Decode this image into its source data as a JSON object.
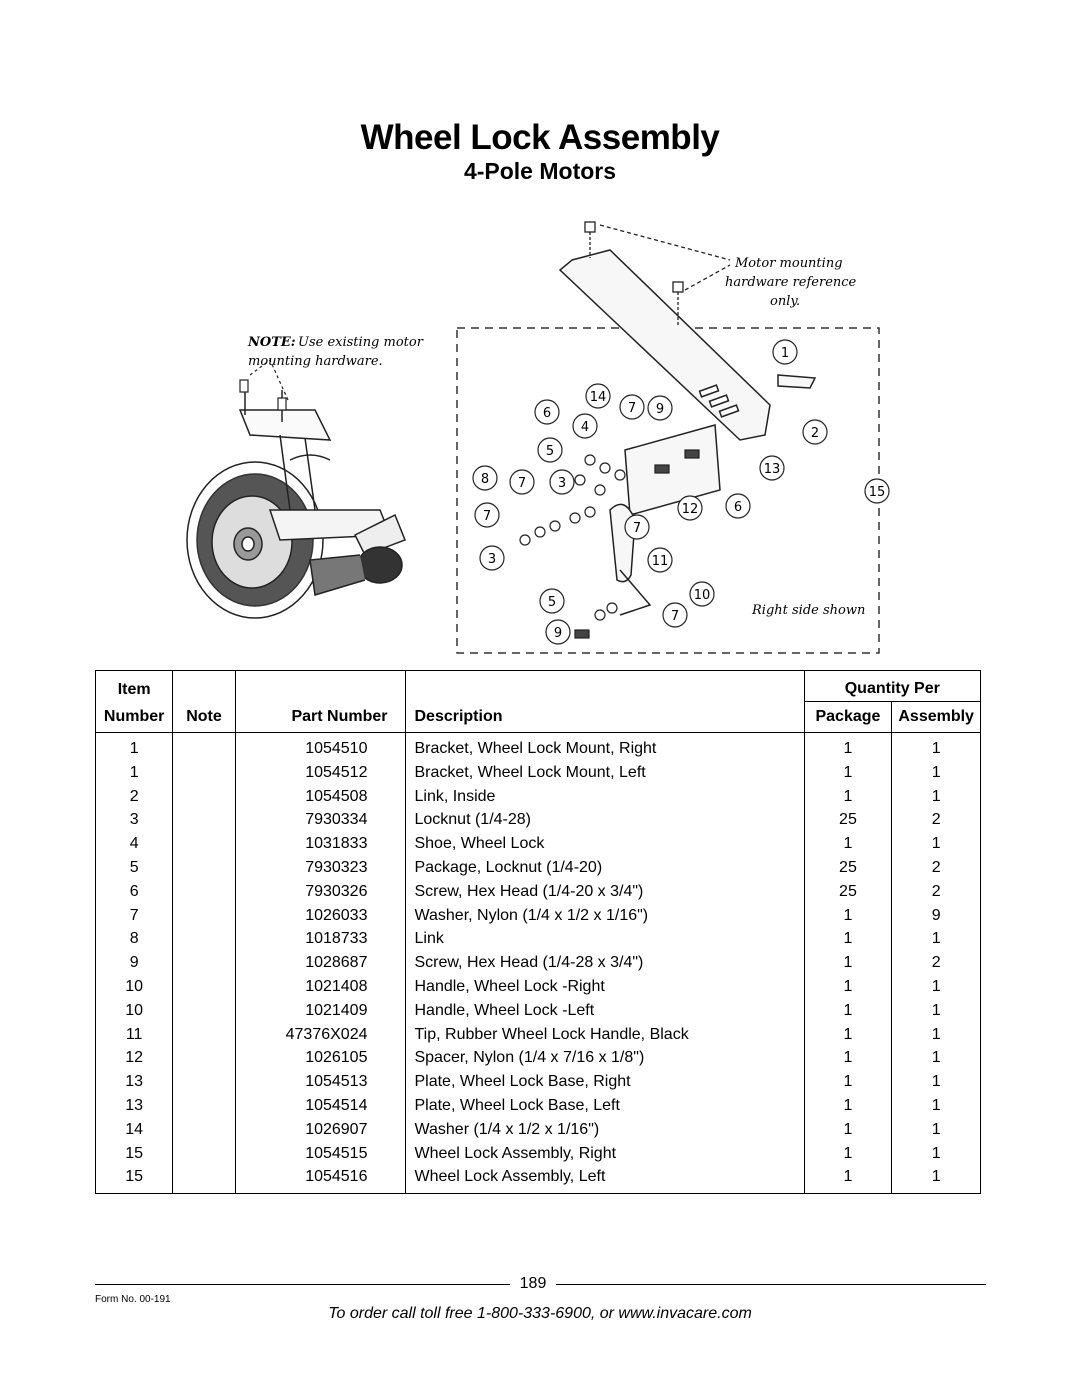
{
  "header": {
    "title": "Wheel Lock Assembly",
    "subtitle": "4-Pole Motors"
  },
  "diagram": {
    "motor_note_lines": [
      "Motor mounting",
      "hardware reference",
      "only."
    ],
    "note_label": "NOTE:",
    "note_line1_rest": " Use existing motor",
    "note_line2": "mounting hardware.",
    "side_note": "Right side shown",
    "callouts": [
      "1",
      "2",
      "13",
      "15",
      "14",
      "7",
      "9",
      "6",
      "4",
      "5",
      "8",
      "7",
      "3",
      "12",
      "6",
      "7",
      "7",
      "11",
      "3",
      "5",
      "10",
      "7",
      "9"
    ]
  },
  "table": {
    "headers": {
      "item_top": "Item",
      "item_bottom": "Number",
      "note": "Note",
      "part_number": "Part Number",
      "description": "Description",
      "quantity_per": "Quantity Per",
      "package": "Package",
      "assembly": "Assembly"
    },
    "rows": [
      {
        "item": "1",
        "note": "",
        "part": "1054510",
        "desc": "Bracket, Wheel Lock Mount, Right",
        "pkg": "1",
        "asm": "1"
      },
      {
        "item": "1",
        "note": "",
        "part": "1054512",
        "desc": "Bracket, Wheel Lock Mount, Left",
        "pkg": "1",
        "asm": "1"
      },
      {
        "item": "2",
        "note": "",
        "part": "1054508",
        "desc": "Link, Inside",
        "pkg": "1",
        "asm": "1"
      },
      {
        "item": "3",
        "note": "",
        "part": "7930334",
        "desc": "Locknut (1/4-28)",
        "pkg": "25",
        "asm": "2"
      },
      {
        "item": "4",
        "note": "",
        "part": "1031833",
        "desc": "Shoe, Wheel Lock",
        "pkg": "1",
        "asm": "1"
      },
      {
        "item": "5",
        "note": "",
        "part": "7930323",
        "desc": "Package, Locknut (1/4-20)",
        "pkg": "25",
        "asm": "2"
      },
      {
        "item": "6",
        "note": "",
        "part": "7930326",
        "desc": "Screw, Hex Head (1/4-20 x 3/4\")",
        "pkg": "25",
        "asm": "2"
      },
      {
        "item": "7",
        "note": "",
        "part": "1026033",
        "desc": "Washer, Nylon (1/4 x 1/2 x 1/16\")",
        "pkg": "1",
        "asm": "9"
      },
      {
        "item": "8",
        "note": "",
        "part": "1018733",
        "desc": "Link",
        "pkg": "1",
        "asm": "1"
      },
      {
        "item": "9",
        "note": "",
        "part": "1028687",
        "desc": "Screw, Hex Head (1/4-28 x 3/4\")",
        "pkg": "1",
        "asm": "2"
      },
      {
        "item": "10",
        "note": "",
        "part": "1021408",
        "desc": "Handle, Wheel Lock -Right",
        "pkg": "1",
        "asm": "1"
      },
      {
        "item": "10",
        "note": "",
        "part": "1021409",
        "desc": "Handle, Wheel Lock -Left",
        "pkg": "1",
        "asm": "1"
      },
      {
        "item": "11",
        "note": "",
        "part": "47376X024",
        "desc": "Tip, Rubber Wheel Lock Handle, Black",
        "pkg": "1",
        "asm": "1"
      },
      {
        "item": "12",
        "note": "",
        "part": "1026105",
        "desc": "Spacer, Nylon (1/4 x 7/16 x 1/8\")",
        "pkg": "1",
        "asm": "1"
      },
      {
        "item": "13",
        "note": "",
        "part": "1054513",
        "desc": "Plate, Wheel Lock Base, Right",
        "pkg": "1",
        "asm": "1"
      },
      {
        "item": "13",
        "note": "",
        "part": "1054514",
        "desc": "Plate, Wheel Lock Base, Left",
        "pkg": "1",
        "asm": "1"
      },
      {
        "item": "14",
        "note": "",
        "part": "1026907",
        "desc": "Washer (1/4 x 1/2 x 1/16\")",
        "pkg": "1",
        "asm": "1"
      },
      {
        "item": "15",
        "note": "",
        "part": "1054515",
        "desc": "Wheel Lock Assembly, Right",
        "pkg": "1",
        "asm": "1"
      },
      {
        "item": "15",
        "note": "",
        "part": "1054516",
        "desc": "Wheel Lock Assembly, Left",
        "pkg": "1",
        "asm": "1"
      }
    ]
  },
  "footer": {
    "page_number": "189",
    "form_number": "Form No.  00-191",
    "order_text": "To order call toll free 1-800-333-6900, or www.invacare.com"
  }
}
